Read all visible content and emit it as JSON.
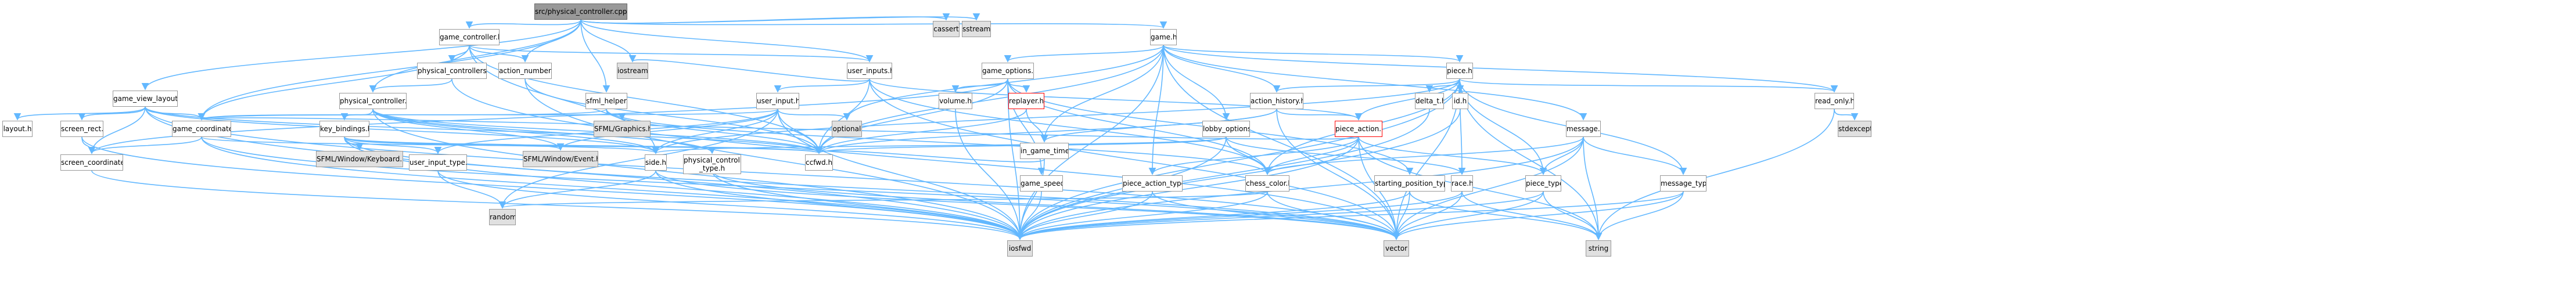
{
  "colors": {
    "edge": "#63b8ff",
    "node_border": "#999999",
    "root_fill": "#999999",
    "system_fill": "#e0e0e0",
    "highlight_border": "#ff0000"
  },
  "nodes": [
    {
      "id": "root",
      "label": "src/physical_controller.cpp",
      "kind": "root"
    },
    {
      "id": "cassert",
      "label": "cassert",
      "kind": "sys"
    },
    {
      "id": "sstream",
      "label": "sstream",
      "kind": "sys"
    },
    {
      "id": "game_controller_h",
      "label": "game_controller.h",
      "kind": "file"
    },
    {
      "id": "game_h",
      "label": "game.h",
      "kind": "file"
    },
    {
      "id": "game_view_layout_h",
      "label": "game_view_layout.h",
      "kind": "file"
    },
    {
      "id": "physical_controllers_h",
      "label": "physical_controllers.h",
      "kind": "file"
    },
    {
      "id": "action_number_h",
      "label": "action_number.h",
      "kind": "file"
    },
    {
      "id": "user_inputs_h",
      "label": "user_inputs.h",
      "kind": "file"
    },
    {
      "id": "game_options_h",
      "label": "game_options.h",
      "kind": "file"
    },
    {
      "id": "piece_h",
      "label": "piece.h",
      "kind": "file"
    },
    {
      "id": "layout_h",
      "label": "layout.h",
      "kind": "file"
    },
    {
      "id": "screen_rect_h",
      "label": "screen_rect.h",
      "kind": "file"
    },
    {
      "id": "game_coordinate_h",
      "label": "game_coordinate.h",
      "kind": "file"
    },
    {
      "id": "physical_controller_h",
      "label": "physical_controller.h",
      "kind": "file"
    },
    {
      "id": "sfml_helper_h",
      "label": "sfml_helper.h",
      "kind": "file"
    },
    {
      "id": "iostream",
      "label": "iostream",
      "kind": "sys"
    },
    {
      "id": "user_input_h",
      "label": "user_input.h",
      "kind": "file"
    },
    {
      "id": "volume_h",
      "label": "volume.h",
      "kind": "file"
    },
    {
      "id": "replayer_h",
      "label": "replayer.h",
      "kind": "hl"
    },
    {
      "id": "action_history_h",
      "label": "action_history.h",
      "kind": "file"
    },
    {
      "id": "delta_t_h",
      "label": "delta_t.h",
      "kind": "file"
    },
    {
      "id": "id_h",
      "label": "id.h",
      "kind": "file"
    },
    {
      "id": "read_only_h",
      "label": "read_only.h",
      "kind": "file"
    },
    {
      "id": "stdexcept",
      "label": "stdexcept",
      "kind": "sys"
    },
    {
      "id": "sfml_graphics",
      "label": "SFML/Graphics.hpp",
      "kind": "sys"
    },
    {
      "id": "optional",
      "label": "optional",
      "kind": "sys"
    },
    {
      "id": "in_game_time_h",
      "label": "in_game_time.h",
      "kind": "file"
    },
    {
      "id": "piece_action_h",
      "label": "piece_action.h",
      "kind": "hl"
    },
    {
      "id": "lobby_options_h",
      "label": "lobby_options.h",
      "kind": "file"
    },
    {
      "id": "message_h",
      "label": "message.h",
      "kind": "file"
    },
    {
      "id": "key_bindings_h",
      "label": "key_bindings.h",
      "kind": "file"
    },
    {
      "id": "sfml_keyboard",
      "label": "SFML/Window/Keyboard.hpp",
      "kind": "sys"
    },
    {
      "id": "sfml_event",
      "label": "SFML/Window/Event.hpp",
      "kind": "sys"
    },
    {
      "id": "screen_coordinate_h",
      "label": "screen_coordinate.h",
      "kind": "file"
    },
    {
      "id": "user_input_type_h",
      "label": "user_input_type.h",
      "kind": "file"
    },
    {
      "id": "side_h",
      "label": "side.h",
      "kind": "file"
    },
    {
      "id": "physical_controller_type_h",
      "label": "physical_controller\n_type.h",
      "kind": "file"
    },
    {
      "id": "ccfwd_h",
      "label": "ccfwd.h",
      "kind": "file"
    },
    {
      "id": "game_speed_h",
      "label": "game_speed.h",
      "kind": "file"
    },
    {
      "id": "piece_action_type_h",
      "label": "piece_action_type.h",
      "kind": "file"
    },
    {
      "id": "chess_color_h",
      "label": "chess_color.h",
      "kind": "file"
    },
    {
      "id": "starting_position_type_h",
      "label": "starting_position_type.h",
      "kind": "file"
    },
    {
      "id": "race_h",
      "label": "race.h",
      "kind": "file"
    },
    {
      "id": "piece_type_h",
      "label": "piece_type.h",
      "kind": "file"
    },
    {
      "id": "message_type_h",
      "label": "message_type.h",
      "kind": "file"
    },
    {
      "id": "random",
      "label": "random",
      "kind": "sys"
    },
    {
      "id": "iosfwd",
      "label": "iosfwd",
      "kind": "sys"
    },
    {
      "id": "vector",
      "label": "vector",
      "kind": "sys"
    },
    {
      "id": "string",
      "label": "string",
      "kind": "sys"
    }
  ],
  "edges": [
    [
      "root",
      "cassert"
    ],
    [
      "root",
      "sstream"
    ],
    [
      "root",
      "game_controller_h"
    ],
    [
      "root",
      "game_h"
    ],
    [
      "root",
      "game_view_layout_h"
    ],
    [
      "root",
      "action_number_h"
    ],
    [
      "root",
      "user_inputs_h"
    ],
    [
      "root",
      "iostream"
    ],
    [
      "root",
      "sfml_helper_h"
    ],
    [
      "root",
      "physical_controller_h"
    ],
    [
      "root",
      "game_coordinate_h"
    ],
    [
      "game_controller_h",
      "physical_controllers_h"
    ],
    [
      "game_controller_h",
      "action_number_h"
    ],
    [
      "game_controller_h",
      "user_inputs_h"
    ],
    [
      "game_controller_h",
      "game_coordinate_h"
    ],
    [
      "game_controller_h",
      "ccfwd_h"
    ],
    [
      "game_controller_h",
      "side_h"
    ],
    [
      "game_h",
      "game_options_h"
    ],
    [
      "game_h",
      "piece_h"
    ],
    [
      "game_h",
      "action_history_h"
    ],
    [
      "game_h",
      "read_only_h"
    ],
    [
      "game_h",
      "message_h"
    ],
    [
      "game_h",
      "lobby_options_h"
    ],
    [
      "game_h",
      "ccfwd_h"
    ],
    [
      "game_h",
      "iosfwd"
    ],
    [
      "game_h",
      "vector"
    ],
    [
      "game_h",
      "optional"
    ],
    [
      "game_h",
      "piece_action_type_h"
    ],
    [
      "game_h",
      "in_game_time_h"
    ],
    [
      "game_view_layout_h",
      "layout_h"
    ],
    [
      "game_view_layout_h",
      "screen_rect_h"
    ],
    [
      "game_view_layout_h",
      "game_coordinate_h"
    ],
    [
      "game_view_layout_h",
      "screen_coordinate_h"
    ],
    [
      "game_view_layout_h",
      "side_h"
    ],
    [
      "game_view_layout_h",
      "ccfwd_h"
    ],
    [
      "game_view_layout_h",
      "iosfwd"
    ],
    [
      "game_view_layout_h",
      "vector"
    ],
    [
      "physical_controllers_h",
      "physical_controller_h"
    ],
    [
      "physical_controllers_h",
      "vector"
    ],
    [
      "action_number_h",
      "ccfwd_h"
    ],
    [
      "action_number_h",
      "iosfwd"
    ],
    [
      "user_inputs_h",
      "user_input_h"
    ],
    [
      "user_inputs_h",
      "iostream"
    ],
    [
      "user_inputs_h",
      "piece_action_h"
    ],
    [
      "user_inputs_h",
      "ccfwd_h"
    ],
    [
      "user_inputs_h",
      "vector"
    ],
    [
      "user_inputs_h",
      "chess_color_h"
    ],
    [
      "game_options_h",
      "volume_h"
    ],
    [
      "game_options_h",
      "replayer_h"
    ],
    [
      "game_options_h",
      "game_speed_h"
    ],
    [
      "game_options_h",
      "starting_position_type_h"
    ],
    [
      "game_options_h",
      "ccfwd_h"
    ],
    [
      "game_options_h",
      "iosfwd"
    ],
    [
      "game_options_h",
      "screen_coordinate_h"
    ],
    [
      "game_options_h",
      "chess_color_h"
    ],
    [
      "piece_h",
      "action_history_h"
    ],
    [
      "piece_h",
      "delta_t_h"
    ],
    [
      "piece_h",
      "id_h"
    ],
    [
      "piece_h",
      "read_only_h"
    ],
    [
      "piece_h",
      "piece_action_h"
    ],
    [
      "piece_h",
      "chess_color_h"
    ],
    [
      "piece_h",
      "race_h"
    ],
    [
      "piece_h",
      "piece_type_h"
    ],
    [
      "piece_h",
      "message_type_h"
    ],
    [
      "piece_h",
      "vector"
    ],
    [
      "piece_h",
      "string"
    ],
    [
      "piece_h",
      "iosfwd"
    ],
    [
      "piece_h",
      "side_h"
    ],
    [
      "screen_rect_h",
      "screen_coordinate_h"
    ],
    [
      "screen_rect_h",
      "iosfwd"
    ],
    [
      "game_coordinate_h",
      "ccfwd_h"
    ],
    [
      "game_coordinate_h",
      "iosfwd"
    ],
    [
      "game_coordinate_h",
      "vector"
    ],
    [
      "game_coordinate_h",
      "screen_coordinate_h"
    ],
    [
      "physical_controller_h",
      "key_bindings_h"
    ],
    [
      "physical_controller_h",
      "sfml_event"
    ],
    [
      "physical_controller_h",
      "physical_controller_type_h"
    ],
    [
      "physical_controller_h",
      "side_h"
    ],
    [
      "physical_controller_h",
      "ccfwd_h"
    ],
    [
      "physical_controller_h",
      "iosfwd"
    ],
    [
      "sfml_helper_h",
      "sfml_graphics"
    ],
    [
      "sfml_helper_h",
      "chess_color_h"
    ],
    [
      "sfml_helper_h",
      "ccfwd_h"
    ],
    [
      "sfml_helper_h",
      "game_coordinate_h"
    ],
    [
      "user_input_h",
      "user_input_type_h"
    ],
    [
      "user_input_h",
      "side_h"
    ],
    [
      "user_input_h",
      "sfml_event"
    ],
    [
      "user_input_h",
      "optional"
    ],
    [
      "user_input_h",
      "ccfwd_h"
    ],
    [
      "user_input_h",
      "iosfwd"
    ],
    [
      "user_input_h",
      "random"
    ],
    [
      "user_input_h",
      "game_coordinate_h"
    ],
    [
      "volume_h",
      "iosfwd"
    ],
    [
      "replayer_h",
      "in_game_time_h"
    ],
    [
      "replayer_h",
      "ccfwd_h"
    ],
    [
      "action_history_h",
      "piece_action_h"
    ],
    [
      "action_history_h",
      "in_game_time_h"
    ],
    [
      "action_history_h",
      "ccfwd_h"
    ],
    [
      "action_history_h",
      "vector"
    ],
    [
      "delta_t_h",
      "iosfwd"
    ],
    [
      "id_h",
      "iosfwd"
    ],
    [
      "read_only_h",
      "stdexcept"
    ],
    [
      "read_only_h",
      "string"
    ],
    [
      "in_game_time_h",
      "ccfwd_h"
    ],
    [
      "in_game_time_h",
      "iosfwd"
    ],
    [
      "piece_action_h",
      "piece_action_type_h"
    ],
    [
      "piece_action_h",
      "chess_color_h"
    ],
    [
      "piece_action_h",
      "piece_type_h"
    ],
    [
      "piece_action_h",
      "game_coordinate_h"
    ],
    [
      "piece_action_h",
      "iosfwd"
    ],
    [
      "piece_action_h",
      "vector"
    ],
    [
      "piece_action_h",
      "string"
    ],
    [
      "lobby_options_h",
      "chess_color_h"
    ],
    [
      "lobby_options_h",
      "race_h"
    ],
    [
      "lobby_options_h",
      "side_h"
    ],
    [
      "lobby_options_h",
      "ccfwd_h"
    ],
    [
      "lobby_options_h",
      "iosfwd"
    ],
    [
      "message_h",
      "message_type_h"
    ],
    [
      "message_h",
      "chess_color_h"
    ],
    [
      "message_h",
      "piece_type_h"
    ],
    [
      "message_h",
      "iosfwd"
    ],
    [
      "message_h",
      "string"
    ],
    [
      "message_h",
      "vector"
    ],
    [
      "key_bindings_h",
      "sfml_keyboard"
    ],
    [
      "key_bindings_h",
      "sfml_event"
    ],
    [
      "key_bindings_h",
      "user_input_type_h"
    ],
    [
      "key_bindings_h",
      "side_h"
    ],
    [
      "key_bindings_h",
      "ccfwd_h"
    ],
    [
      "key_bindings_h",
      "iosfwd"
    ],
    [
      "key_bindings_h",
      "vector"
    ],
    [
      "screen_coordinate_h",
      "iosfwd"
    ],
    [
      "user_input_type_h",
      "random"
    ],
    [
      "user_input_type_h",
      "iosfwd"
    ],
    [
      "side_h",
      "random"
    ],
    [
      "side_h",
      "iosfwd"
    ],
    [
      "side_h",
      "vector"
    ],
    [
      "physical_controller_type_h",
      "iosfwd"
    ],
    [
      "physical_controller_type_h",
      "vector"
    ],
    [
      "game_speed_h",
      "iosfwd"
    ],
    [
      "piece_action_type_h",
      "iosfwd"
    ],
    [
      "piece_action_type_h",
      "vector"
    ],
    [
      "chess_color_h",
      "iosfwd"
    ],
    [
      "chess_color_h",
      "vector"
    ],
    [
      "chess_color_h",
      "random"
    ],
    [
      "starting_position_type_h",
      "iosfwd"
    ],
    [
      "starting_position_type_h",
      "vector"
    ],
    [
      "starting_position_type_h",
      "string"
    ],
    [
      "race_h",
      "iosfwd"
    ],
    [
      "race_h",
      "vector"
    ],
    [
      "race_h",
      "string"
    ],
    [
      "piece_type_h",
      "iosfwd"
    ],
    [
      "piece_type_h",
      "vector"
    ],
    [
      "piece_type_h",
      "string"
    ],
    [
      "message_type_h",
      "iosfwd"
    ],
    [
      "message_type_h",
      "vector"
    ],
    [
      "message_type_h",
      "string"
    ]
  ]
}
